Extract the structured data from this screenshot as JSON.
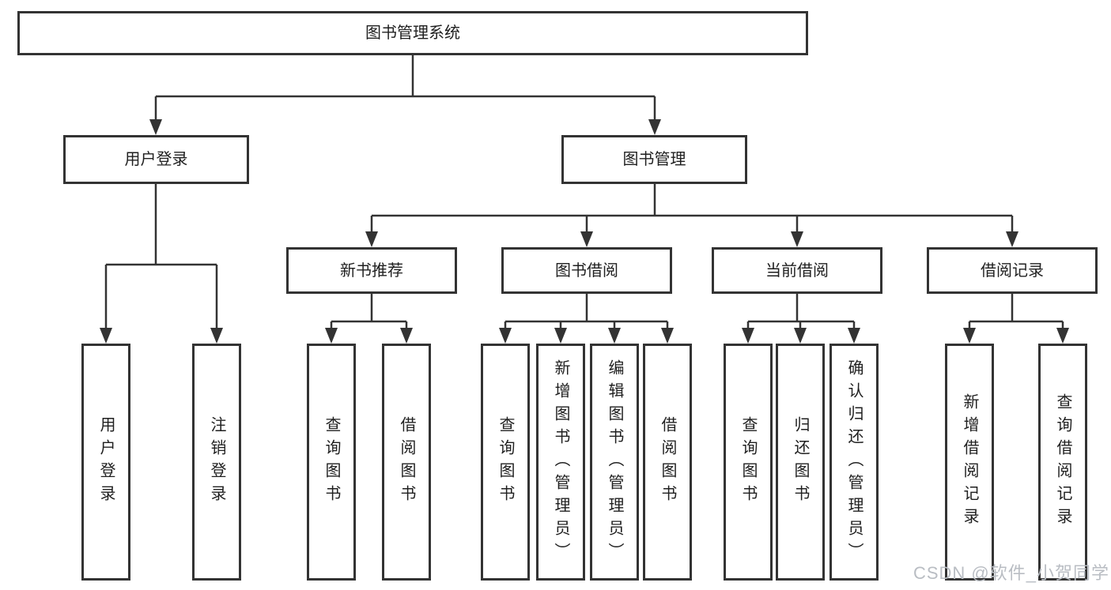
{
  "diagram": {
    "title": "图书管理系统",
    "root": {
      "label": "图书管理系统"
    },
    "user_login": {
      "label": "用户登录",
      "children": [
        {
          "label": "用户登录"
        },
        {
          "label": "注销登录"
        }
      ]
    },
    "book_mgmt": {
      "label": "图书管理",
      "modules": [
        {
          "label": "新书推荐",
          "children": [
            {
              "label": "查询图书"
            },
            {
              "label": "借阅图书"
            }
          ]
        },
        {
          "label": "图书借阅",
          "children": [
            {
              "label": "查询图书"
            },
            {
              "label": "新增图书（管理员）"
            },
            {
              "label": "编辑图书（管理员）"
            },
            {
              "label": "借阅图书"
            }
          ]
        },
        {
          "label": "当前借阅",
          "children": [
            {
              "label": "查询图书"
            },
            {
              "label": "归还图书"
            },
            {
              "label": "确认归还（管理员）"
            }
          ]
        },
        {
          "label": "借阅记录",
          "children": [
            {
              "label": "新增借阅记录"
            },
            {
              "label": "查询借阅记录"
            }
          ]
        }
      ]
    }
  },
  "watermark": {
    "text": "CSDN @软件_小贺同学"
  },
  "colors": {
    "line": "#333333",
    "box_border": "#333333",
    "text": "#1f1f1f",
    "watermark": "#b9bdc3",
    "background": "#ffffff"
  }
}
